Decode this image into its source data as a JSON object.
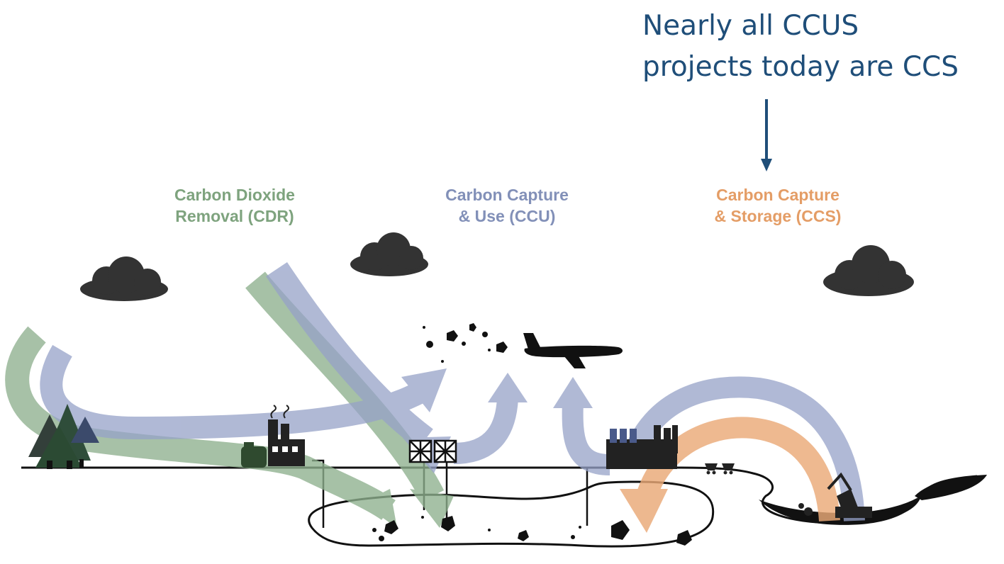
{
  "callout": {
    "line1": "Nearly all CCUS",
    "line2": "projects today are CCS"
  },
  "categories": [
    {
      "id": "cdr",
      "line1": "Carbon Dioxide",
      "line2": "Removal (CDR)",
      "color": "#7ea37e"
    },
    {
      "id": "ccu",
      "line1": "Carbon Capture",
      "line2": "& Use (CCU)",
      "color": "#8290b8"
    },
    {
      "id": "ccs",
      "line1": "Carbon Capture",
      "line2": "& Storage (CCS)",
      "color": "#e49d66"
    }
  ],
  "colors": {
    "callout_text": "#1f4e79",
    "arrow_green": "#8eb08e",
    "arrow_blue": "#96a2c8",
    "arrow_orange": "#eaa977",
    "ink": "#111111",
    "cloud": "#333333"
  }
}
